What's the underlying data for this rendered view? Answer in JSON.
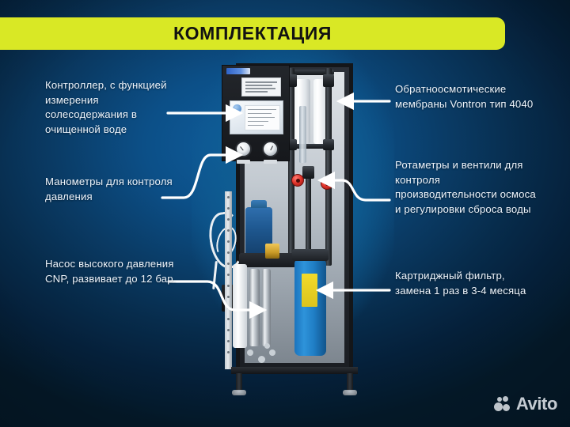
{
  "slide": {
    "title": "КОМПЛЕКТАЦИЯ",
    "accent_color": "#d9e825",
    "background_color": "#0a3b65",
    "title_text_color": "#121212"
  },
  "callouts": {
    "left": [
      {
        "id": "controller",
        "text": "Контроллер, с функцией измерения солесодержания в очищенной воде",
        "arrow": "straight-right"
      },
      {
        "id": "pressure-gauges",
        "text": "Манометры для контроля давления",
        "arrow": "curved-right"
      },
      {
        "id": "high-pressure-pump",
        "text": "Насос высокого давления CNP, развивает до 12 бар.",
        "arrow": "curved-down-right"
      }
    ],
    "right": [
      {
        "id": "ro-membranes",
        "text": "Обратноосмотические мембраны Vontron тип 4040",
        "arrow": "straight-left"
      },
      {
        "id": "rotameters-valves",
        "text": "Ротаметры и вентили для контроля производительности осмоса и регулировки сброса воды",
        "arrow": "curved-left"
      },
      {
        "id": "cartridge-filter",
        "text": "Картриджный фильтр, замена 1 раз в 3-4 месяца",
        "arrow": "straight-left"
      }
    ]
  },
  "photo": {
    "alt": "Промышленная установка обратного осмоса на раме",
    "components": {
      "control_panel": "control-panel",
      "pressure_gauges": "pressure-gauge",
      "membrane_vessels": "membrane-vessel",
      "rotameter": "rotameter-tube",
      "red_valves": "red-valve-handle",
      "pump": "pump-motor",
      "cartridge_filter": "cartridge-filter-housing",
      "frame": "steel-frame"
    }
  },
  "watermark": {
    "text": "Avito",
    "logo": "avito-dots-logo"
  }
}
